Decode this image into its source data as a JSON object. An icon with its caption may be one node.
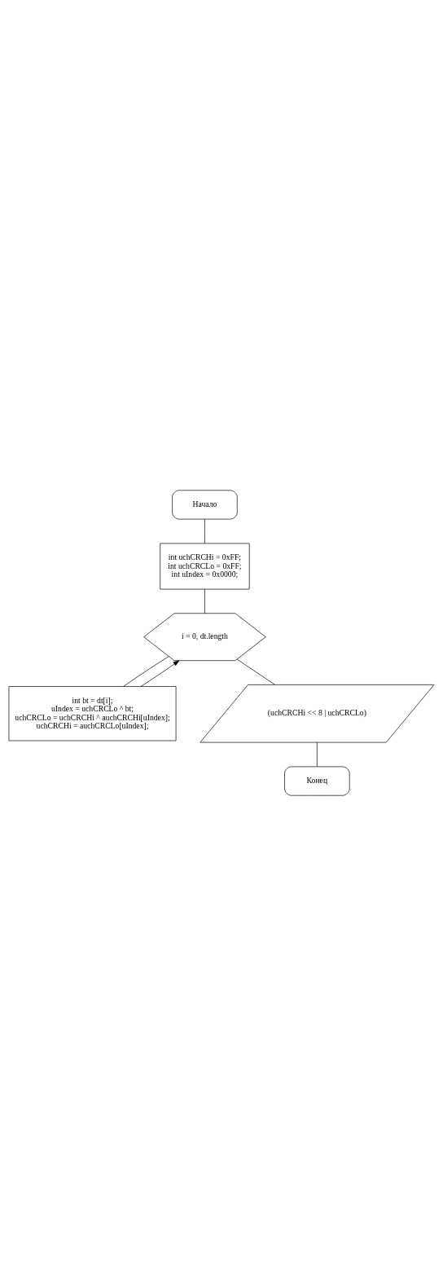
{
  "diagram": {
    "nodes": [
      {
        "text": [
          "Начало"
        ]
      },
      {
        "text": [
          "int uchCRCHi = 0xFF;",
          "int uchCRCLo = 0xFF;",
          "int uIndex = 0x0000;"
        ]
      },
      {
        "text": [
          "i = 0, dt.length"
        ]
      },
      {
        "text": [
          "int bt = dt[i];",
          "uIndex = uchCRCLo ^ bt;",
          "uchCRCLo = uchCRCHi ^ auchCRCHi[uIndex];",
          "uchCRCHi = auchCRCLo[uIndex];"
        ]
      },
      {
        "text": [
          "(uchCRCHi << 8 | uchCRCLo)"
        ]
      },
      {
        "text": [
          "Конец"
        ]
      }
    ],
    "edges": [
      {
        "from": 0,
        "to": 1,
        "arrow": "none"
      },
      {
        "from": 1,
        "to": 2,
        "arrow": "none"
      },
      {
        "from": 2,
        "to": 3,
        "arrow": "none"
      },
      {
        "from": 3,
        "to": 2,
        "arrow": "to"
      },
      {
        "from": 2,
        "to": 4,
        "arrow": "none"
      },
      {
        "from": 4,
        "to": 5,
        "arrow": "none"
      }
    ]
  }
}
